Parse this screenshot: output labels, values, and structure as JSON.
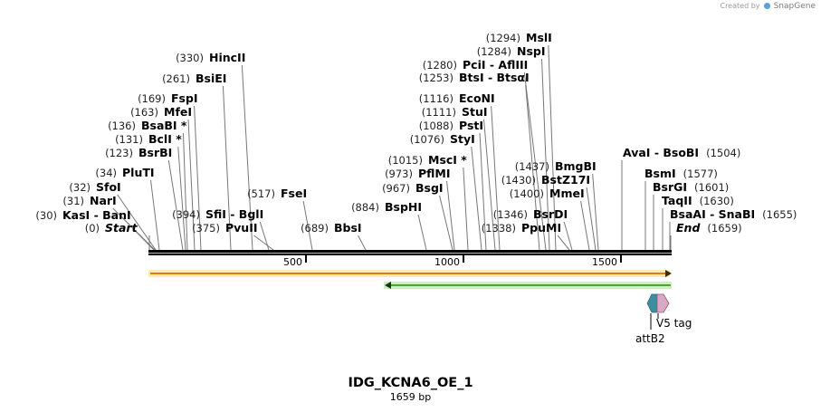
{
  "credit": {
    "prefix": "Created by",
    "brand": "SnapGene"
  },
  "title": "IDG_KCNA6_OE_1",
  "subtitle": "1659 bp",
  "ticks": [
    "500",
    "1000",
    "1500"
  ],
  "features": {
    "label1": "V5 tag",
    "label2": "attB2"
  },
  "sites": [
    {
      "pos": "(0)",
      "name": "Start",
      "italic": true,
      "bp": 0
    },
    {
      "pos": "(30)",
      "name": "KasI  - BanI",
      "bp": 30
    },
    {
      "pos": "(31)",
      "name": "NarI",
      "bp": 31
    },
    {
      "pos": "(32)",
      "name": "SfoI",
      "bp": 32
    },
    {
      "pos": "(34)",
      "name": "PluTI",
      "bp": 34
    },
    {
      "pos": "(123)",
      "name": "BsrBI",
      "bp": 123
    },
    {
      "pos": "(131)",
      "name": "BclI *",
      "bp": 131
    },
    {
      "pos": "(136)",
      "name": "BsaBI *",
      "bp": 136
    },
    {
      "pos": "(163)",
      "name": "MfeI",
      "bp": 163
    },
    {
      "pos": "(169)",
      "name": "FspI",
      "bp": 169
    },
    {
      "pos": "(261)",
      "name": "BsiEI",
      "bp": 261
    },
    {
      "pos": "(330)",
      "name": "HincII",
      "bp": 330
    },
    {
      "pos": "(394)",
      "name": "SfiI  - BglI",
      "bp": 394
    },
    {
      "pos": "(375)",
      "name": "PvuII",
      "bp": 375
    },
    {
      "pos": "(517)",
      "name": "FseI",
      "bp": 517
    },
    {
      "pos": "(689)",
      "name": "BbsI",
      "bp": 689
    },
    {
      "pos": "(884)",
      "name": "BspHI",
      "bp": 884
    },
    {
      "pos": "(967)",
      "name": "BsgI",
      "bp": 967
    },
    {
      "pos": "(973)",
      "name": "PflMI",
      "bp": 973
    },
    {
      "pos": "(1015)",
      "name": "MscI *",
      "bp": 1015
    },
    {
      "pos": "(1076)",
      "name": "StyI",
      "bp": 1076
    },
    {
      "pos": "(1088)",
      "name": "PstI",
      "bp": 1088
    },
    {
      "pos": "(1111)",
      "name": "StuI",
      "bp": 1111
    },
    {
      "pos": "(1116)",
      "name": "EcoNI",
      "bp": 1116
    },
    {
      "pos": "(1253)",
      "name": "BtsI  - BtsαI",
      "bp": 1253
    },
    {
      "pos": "(1280)",
      "name": "PciI  - AflIII",
      "bp": 1280
    },
    {
      "pos": "(1284)",
      "name": "NspI",
      "bp": 1284
    },
    {
      "pos": "(1294)",
      "name": "MslI",
      "bp": 1294
    },
    {
      "pos": "(1338)",
      "name": "PpuMI",
      "bp": 1338
    },
    {
      "pos": "(1346)",
      "name": "BsrDI",
      "bp": 1346
    },
    {
      "pos": "(1400)",
      "name": "MmeI",
      "bp": 1400
    },
    {
      "pos": "(1430)",
      "name": "BstZ17I",
      "bp": 1430
    },
    {
      "pos": "(1437)",
      "name": "BmgBI",
      "bp": 1437
    },
    {
      "pos": "(1504)",
      "name": "AvaI  - BsoBI",
      "bp": 1504
    },
    {
      "pos": "(1577)",
      "name": "BsmI",
      "bp": 1577
    },
    {
      "pos": "(1601)",
      "name": "BsrGI",
      "bp": 1601
    },
    {
      "pos": "(1630)",
      "name": "TaqII",
      "bp": 1630
    },
    {
      "pos": "(1655)",
      "name": "BsaAI  - SnaBI",
      "bp": 1655
    },
    {
      "pos": "(1659)",
      "name": "End",
      "italic": true,
      "bp": 1659
    }
  ]
}
